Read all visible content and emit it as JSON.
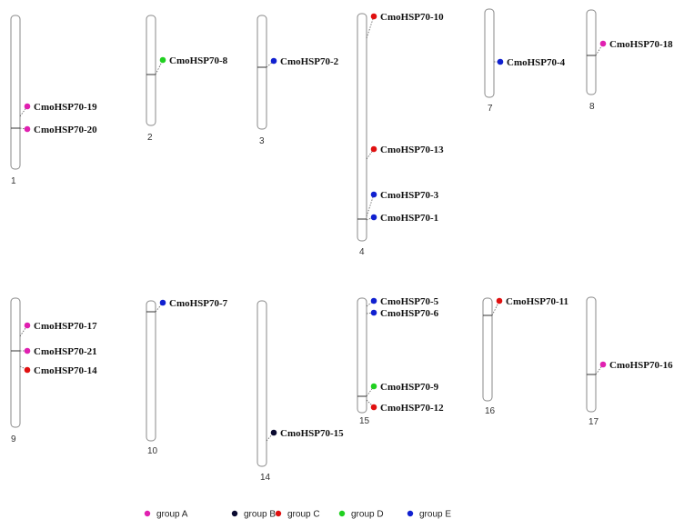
{
  "groups": [
    {
      "key": "A",
      "label": "group A",
      "color": "#e020b0"
    },
    {
      "key": "B",
      "label": "group B",
      "color": "#0a0a30"
    },
    {
      "key": "C",
      "label": "group C",
      "color": "#e01010"
    },
    {
      "key": "D",
      "label": "group D",
      "color": "#20d020"
    },
    {
      "key": "E",
      "label": "group E",
      "color": "#1020d0"
    }
  ],
  "chromosomes": [
    {
      "id": "1",
      "label": "1"
    },
    {
      "id": "2",
      "label": "2"
    },
    {
      "id": "3",
      "label": "3"
    },
    {
      "id": "4",
      "label": "4"
    },
    {
      "id": "7",
      "label": "7"
    },
    {
      "id": "8",
      "label": "8"
    },
    {
      "id": "9",
      "label": "9"
    },
    {
      "id": "10",
      "label": "10"
    },
    {
      "id": "14",
      "label": "14"
    },
    {
      "id": "15",
      "label": "15"
    },
    {
      "id": "16",
      "label": "16"
    },
    {
      "id": "17",
      "label": "17"
    }
  ],
  "genes": [
    {
      "name": "CmoHSP70-19",
      "chromosome": "1",
      "group": "A"
    },
    {
      "name": "CmoHSP70-20",
      "chromosome": "1",
      "group": "A"
    },
    {
      "name": "CmoHSP70-8",
      "chromosome": "2",
      "group": "D"
    },
    {
      "name": "CmoHSP70-2",
      "chromosome": "3",
      "group": "E"
    },
    {
      "name": "CmoHSP70-10",
      "chromosome": "4",
      "group": "C"
    },
    {
      "name": "CmoHSP70-13",
      "chromosome": "4",
      "group": "C"
    },
    {
      "name": "CmoHSP70-3",
      "chromosome": "4",
      "group": "E"
    },
    {
      "name": "CmoHSP70-1",
      "chromosome": "4",
      "group": "E"
    },
    {
      "name": "CmoHSP70-4",
      "chromosome": "7",
      "group": "E"
    },
    {
      "name": "CmoHSP70-18",
      "chromosome": "8",
      "group": "A"
    },
    {
      "name": "CmoHSP70-17",
      "chromosome": "9",
      "group": "A"
    },
    {
      "name": "CmoHSP70-21",
      "chromosome": "9",
      "group": "A"
    },
    {
      "name": "CmoHSP70-14",
      "chromosome": "9",
      "group": "C"
    },
    {
      "name": "CmoHSP70-7",
      "chromosome": "10",
      "group": "E"
    },
    {
      "name": "CmoHSP70-15",
      "chromosome": "14",
      "group": "B"
    },
    {
      "name": "CmoHSP70-5",
      "chromosome": "15",
      "group": "E"
    },
    {
      "name": "CmoHSP70-6",
      "chromosome": "15",
      "group": "E"
    },
    {
      "name": "CmoHSP70-9",
      "chromosome": "15",
      "group": "D"
    },
    {
      "name": "CmoHSP70-12",
      "chromosome": "15",
      "group": "C"
    },
    {
      "name": "CmoHSP70-11",
      "chromosome": "16",
      "group": "C"
    },
    {
      "name": "CmoHSP70-16",
      "chromosome": "17",
      "group": "A"
    }
  ]
}
